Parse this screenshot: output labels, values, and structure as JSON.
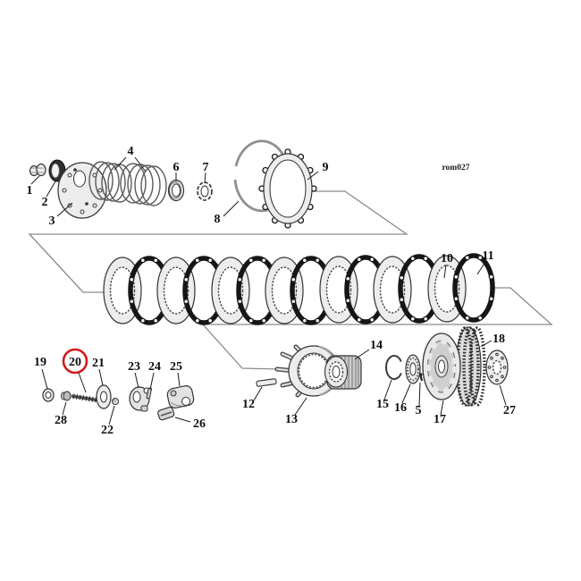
{
  "figure": {
    "code": "rom027",
    "background": "#ffffff",
    "line_color": "#8a8a8a",
    "highlight_color": "#cf1d1d",
    "highlighted_part": "20"
  },
  "labels": {
    "1": "1",
    "2": "2",
    "3": "3",
    "4": "4",
    "5": "5",
    "6": "6",
    "7": "7",
    "8": "8",
    "9": "9",
    "10": "10",
    "11": "11",
    "12": "12",
    "13": "13",
    "14": "14",
    "15": "15",
    "16": "16",
    "17": "17",
    "18": "18",
    "19": "19",
    "20": "20",
    "21": "21",
    "22": "22",
    "23": "23",
    "24": "24",
    "25": "25",
    "26": "26",
    "27": "27",
    "28": "28"
  }
}
